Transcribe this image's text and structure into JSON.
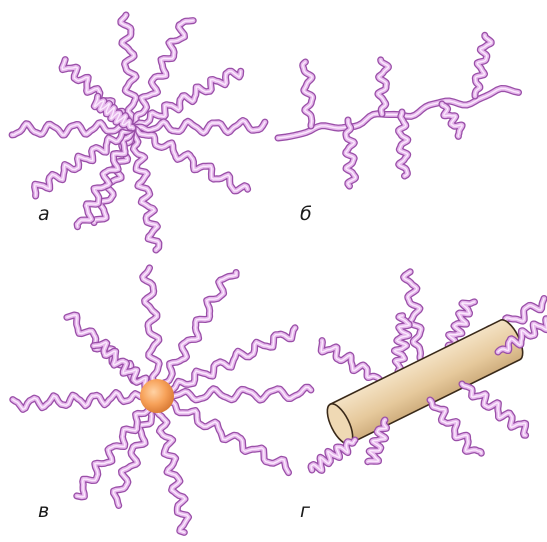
{
  "panels": [
    {
      "id": "a",
      "label": "а"
    },
    {
      "id": "b",
      "label": "б"
    },
    {
      "id": "v",
      "label": "в"
    },
    {
      "id": "g",
      "label": "г"
    }
  ],
  "colors": {
    "chain_outline": "#9a4fa8",
    "chain_fill": "#e6b8ec",
    "chain_highlight": "#fbeafd",
    "sphere_core": "#f7a25a",
    "rod_fill": "#e8cfa8",
    "rod_outline": "#3a2a1a"
  }
}
